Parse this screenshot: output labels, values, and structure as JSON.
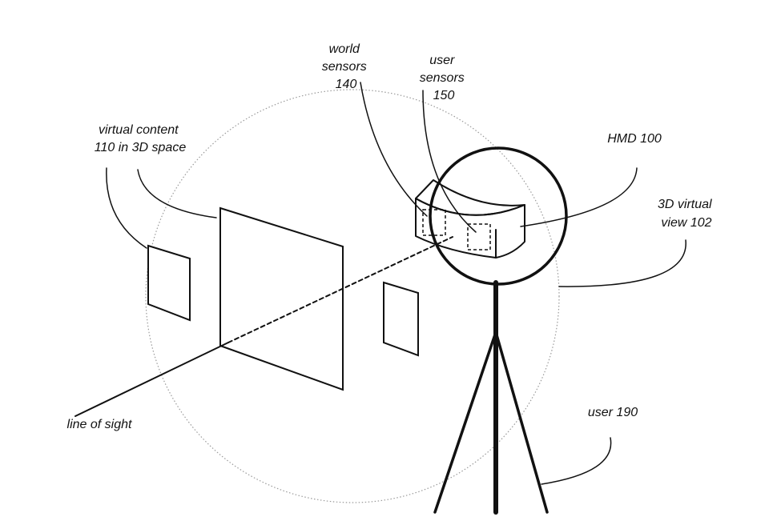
{
  "labels": {
    "world_sensors": [
      "world",
      "sensors",
      "140"
    ],
    "user_sensors": [
      "user",
      "sensors",
      "150"
    ],
    "virtual_content": [
      "virtual content",
      "110 in 3D space"
    ],
    "hmd": [
      "HMD 100"
    ],
    "virtual_view": [
      "3D virtual",
      "view 102"
    ],
    "line_of_sight": [
      "line of sight"
    ],
    "user": [
      "user 190"
    ]
  },
  "colors": {
    "ink": "#111111",
    "view_sphere": "#9a9a9a",
    "background": "#ffffff"
  }
}
